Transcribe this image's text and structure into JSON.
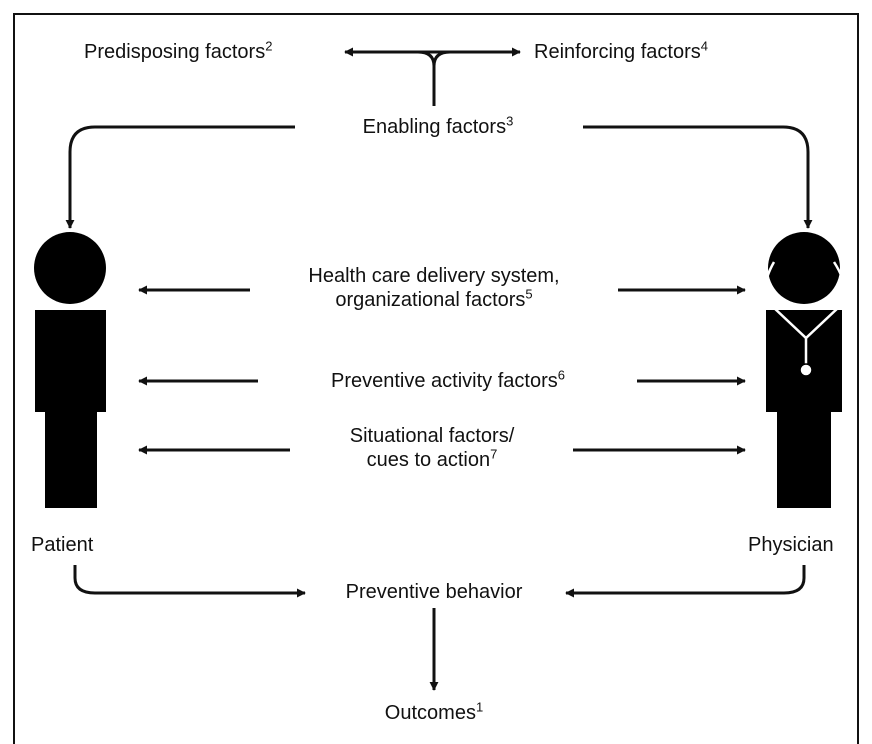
{
  "factors": {
    "predisposing": {
      "label": "Predisposing factors",
      "ref": "2"
    },
    "reinforcing": {
      "label": "Reinforcing factors",
      "ref": "4"
    },
    "enabling": {
      "label": "Enabling factors",
      "ref": "3"
    },
    "health_care_line1": "Health care delivery system,",
    "health_care_line2": {
      "label": "organizational factors",
      "ref": "5"
    },
    "preventive_activity": {
      "label": "Preventive activity factors",
      "ref": "6"
    },
    "situational_line1": "Situational factors/",
    "situational_line2": {
      "label": "cues to action",
      "ref": "7"
    }
  },
  "actors": {
    "patient": "Patient",
    "physician": "Physician"
  },
  "results": {
    "behavior": "Preventive behavior",
    "outcomes": {
      "label": "Outcomes",
      "ref": "1"
    }
  }
}
